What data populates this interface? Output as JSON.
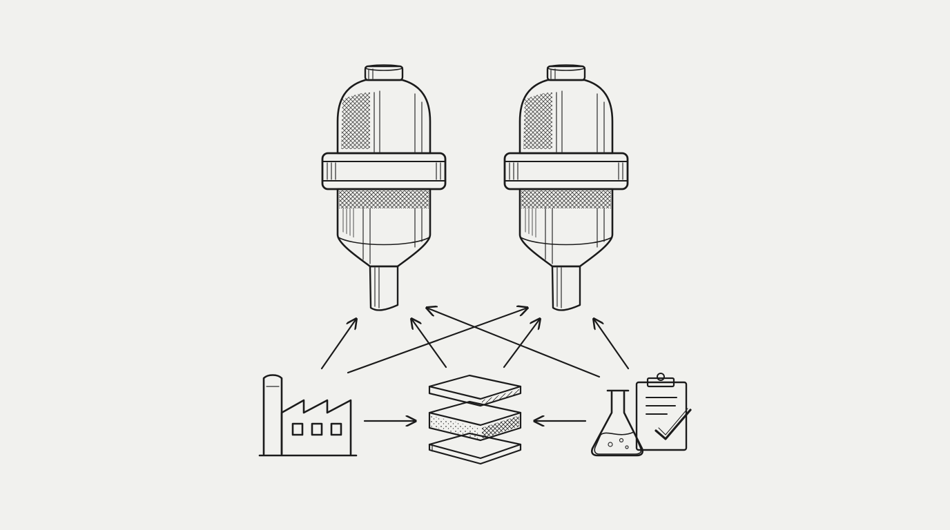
{
  "diagram": {
    "background_color": "#f1f1ee",
    "ink_color": "#1b1b1b",
    "nodes": [
      {
        "id": "filter-cartridge-left",
        "icon": "filter-cartridge-icon"
      },
      {
        "id": "filter-cartridge-right",
        "icon": "filter-cartridge-icon"
      },
      {
        "id": "factory",
        "icon": "factory-icon"
      },
      {
        "id": "layered-material",
        "icon": "layered-material-icon"
      },
      {
        "id": "lab-testing",
        "icon": "lab-flask-clipboard-icon"
      }
    ],
    "edges": [
      {
        "from": "factory",
        "to": "filter-cartridge-left"
      },
      {
        "from": "factory",
        "to": "filter-cartridge-right"
      },
      {
        "from": "factory",
        "to": "layered-material"
      },
      {
        "from": "layered-material",
        "to": "filter-cartridge-left"
      },
      {
        "from": "layered-material",
        "to": "filter-cartridge-right"
      },
      {
        "from": "lab-testing",
        "to": "filter-cartridge-left"
      },
      {
        "from": "lab-testing",
        "to": "filter-cartridge-right"
      },
      {
        "from": "lab-testing",
        "to": "layered-material"
      }
    ]
  }
}
